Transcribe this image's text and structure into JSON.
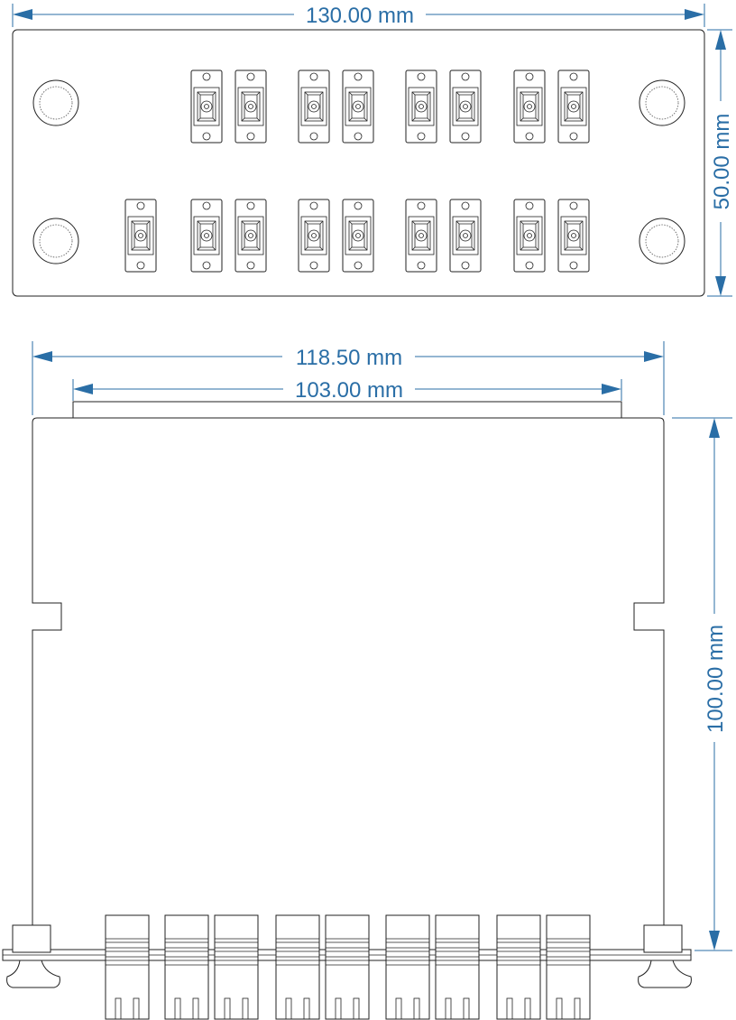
{
  "dimensions": {
    "front_width": "130.00 mm",
    "front_height": "50.00 mm",
    "side_width_outer": "118.50 mm",
    "side_width_inner": "103.00 mm",
    "side_height": "100.00 mm"
  },
  "colors": {
    "dimension": "#2a6ea6",
    "outline": "#222222",
    "background": "#ffffff"
  },
  "adapters": {
    "front_top_row_count": 8,
    "front_bottom_row_count": 9,
    "side_view_count": 9
  },
  "mounting_holes": 4
}
